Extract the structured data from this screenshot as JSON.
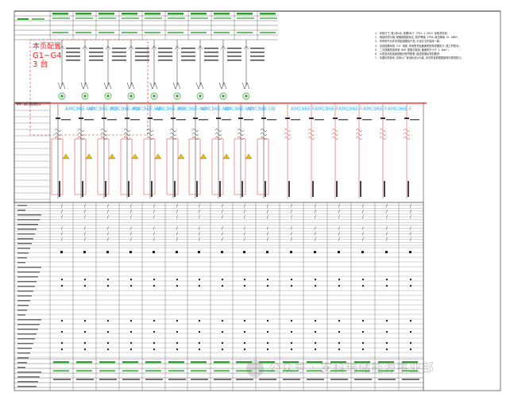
{
  "diagram": {
    "note_title": "本页配置",
    "note_subtitle": "G1~G4",
    "note_count": "3 台",
    "bus_label": "TMY-4X(80X8)+",
    "colors": {
      "accent_blue": "#3ab0ff",
      "bus_red": "#ff5a5a",
      "line_red": "#e23030",
      "green": "#2aa02a",
      "yellow": "#e6c200"
    },
    "meter_labels": [
      "AMC96E-MD",
      "AMC96E-MD",
      "AMC96E-MD",
      "AMC96E-MD",
      "AMC96E-MD",
      "AMC96E-MD",
      "AMC96E-MD",
      "AMC96E-MD",
      "AMC96E-UB",
      "AMC96E-F",
      "AMC96E-F",
      "AMC96E-F",
      "AMC96E-F",
      "AMC96E-F"
    ],
    "notes": [
      "1. 本柜尺寸:宽×深×高,依据GB/T 7251.1-2013 及相关标准;",
      "2. 母线材质为铜,规格按图纸标注,防护等级 IP30,电压等级 AC 400V;",
      "3. 所有电气元件均须选用国标产品,与设计文件保持一致;",
      "4. 出线回路采用 YJV 电缆,具体型号及截面积按系统图执行,施工时核对;",
      "5. 二次回路导线采用 BVR 型铜芯软线,截面积不小于 1.5mm²;",
      "6. 仪表及测控装置按图示型号配置,接线需满足规范要求;",
      "7. 本图仅供参考,具体以厂家深化设计为准,未尽事宜参照国家现行规范执行。"
    ],
    "watermark": "公众号 · 安科瑞储能源事业部"
  }
}
